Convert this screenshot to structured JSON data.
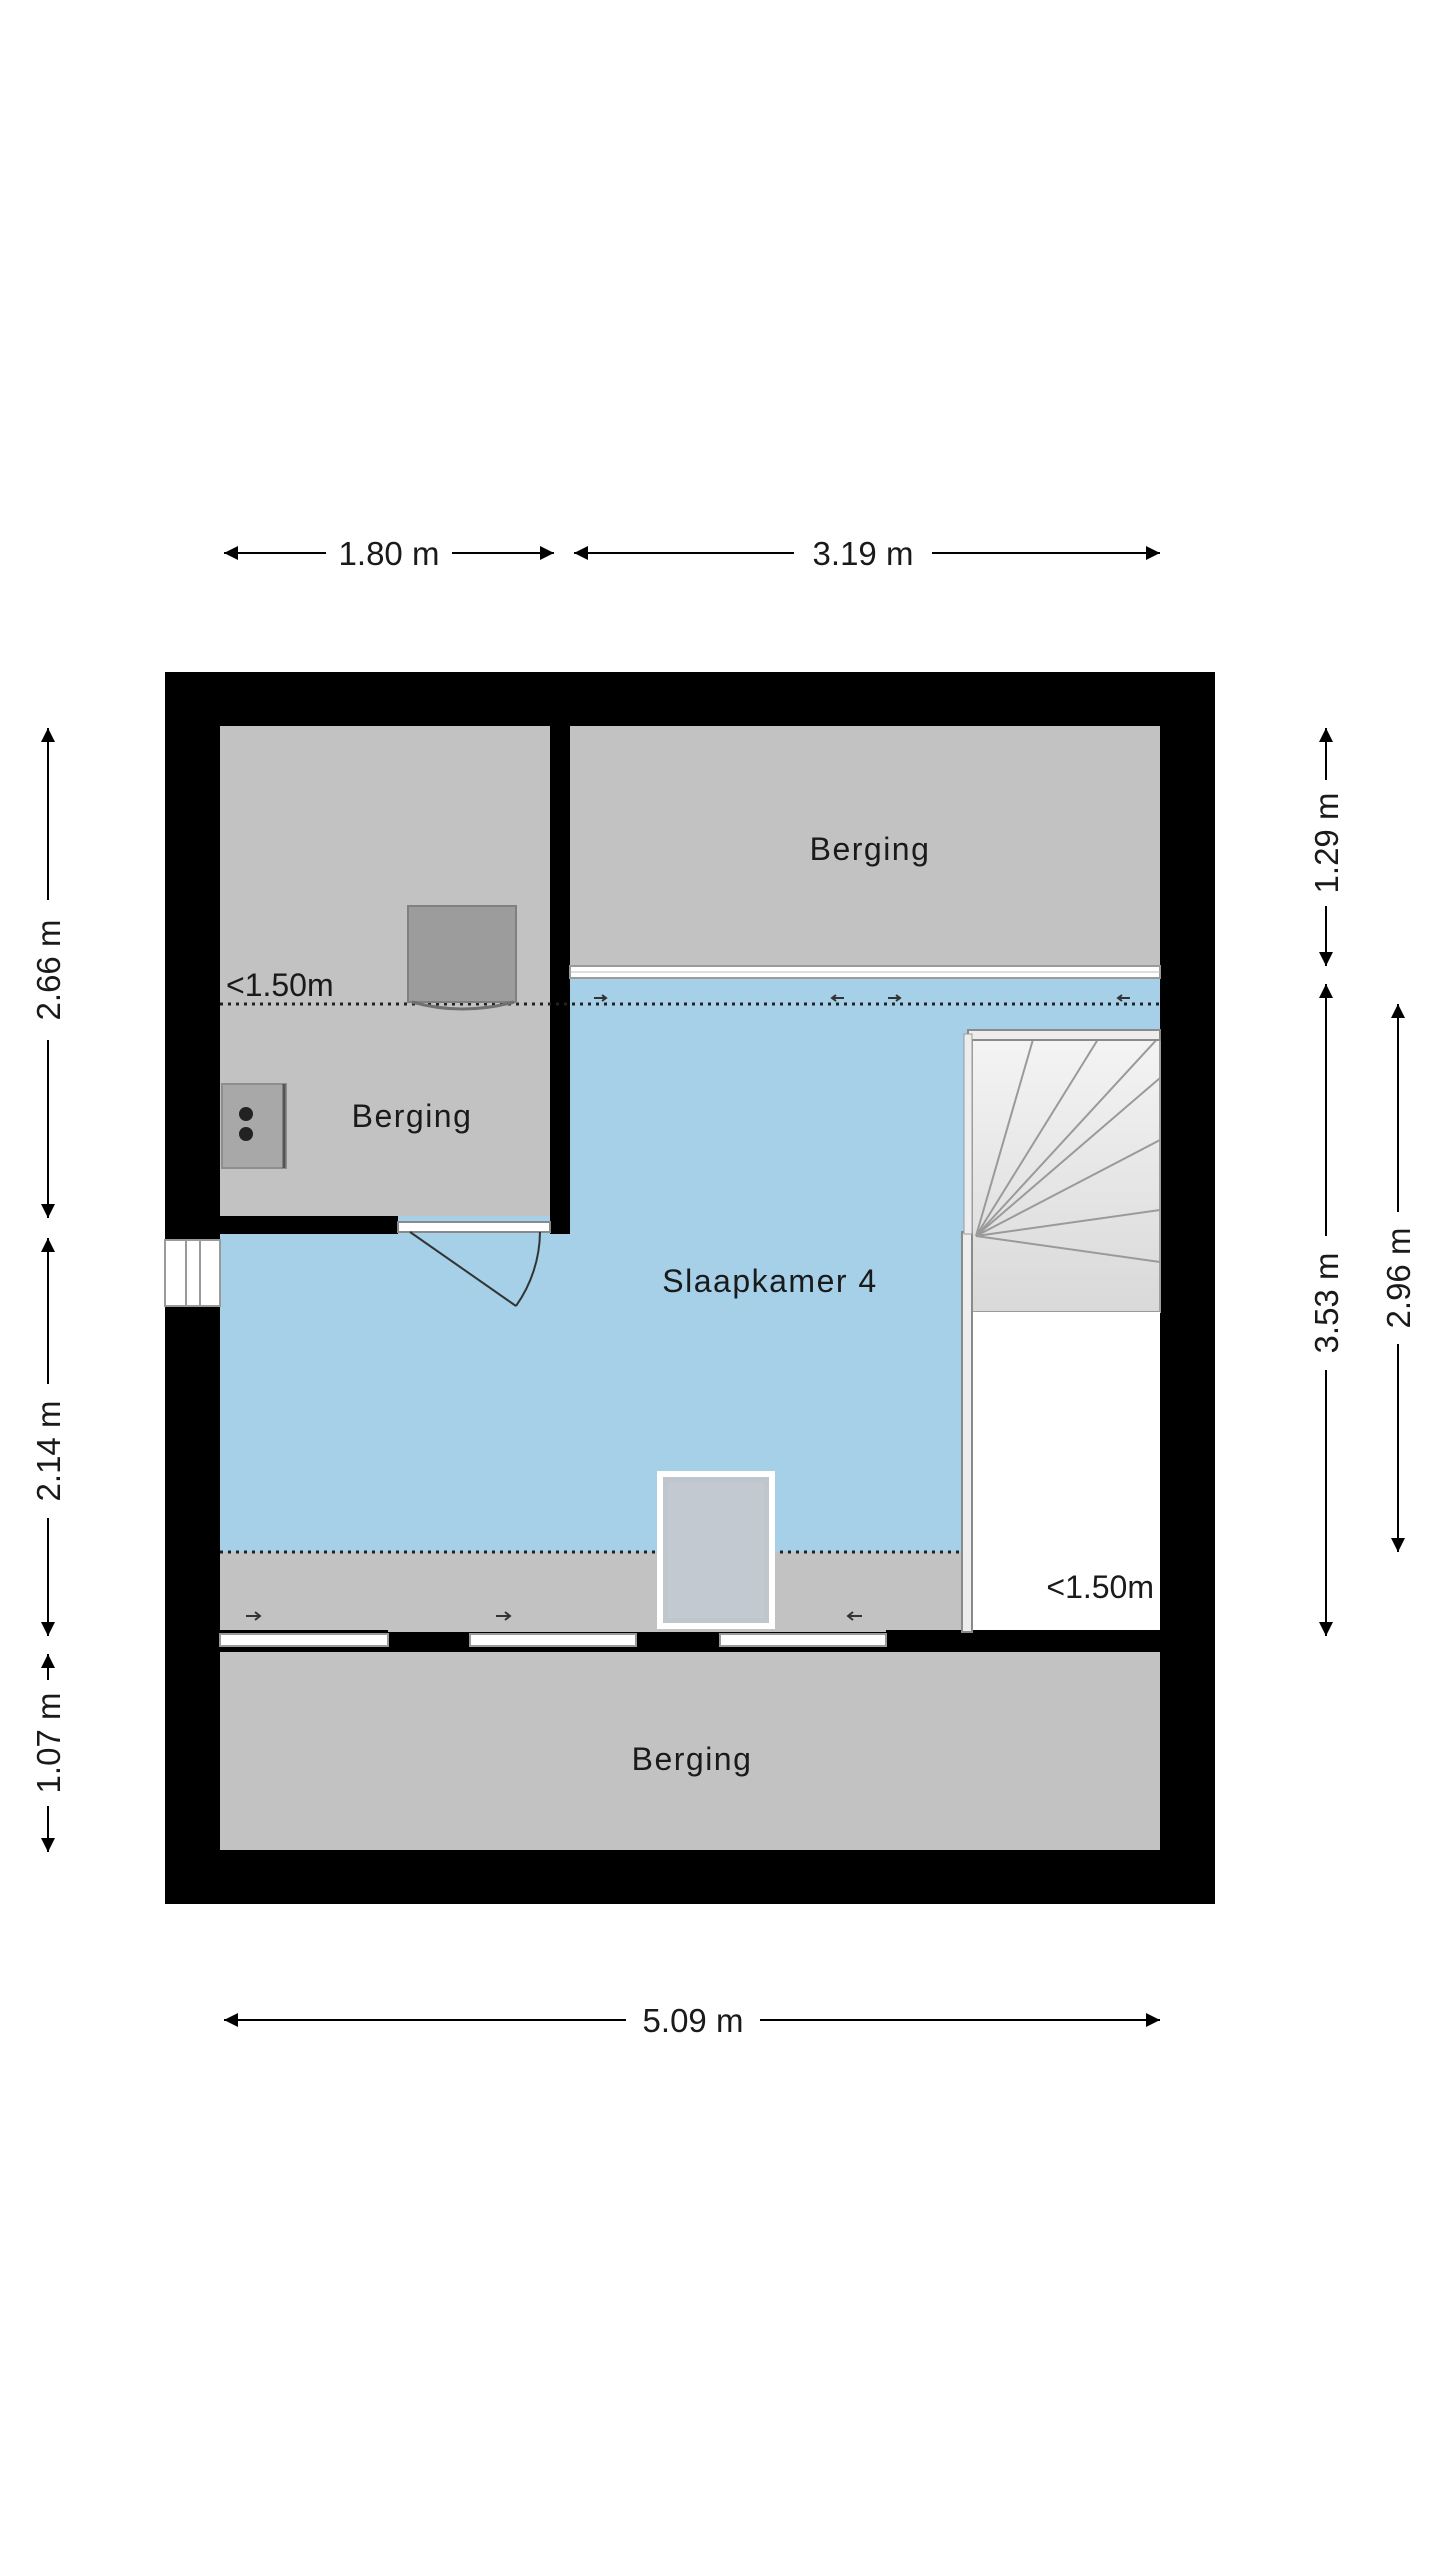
{
  "rooms": {
    "berging_top_right": "Berging",
    "berging_left": "Berging",
    "slaapkamer": "Slaapkamer 4",
    "berging_bottom": "Berging"
  },
  "height_notes": {
    "left": "<1.50m",
    "right": "<1.50m"
  },
  "dimensions": {
    "top_left": "1.80 m",
    "top_right": "3.19 m",
    "bottom": "5.09 m",
    "left_top": "2.66 m",
    "left_middle": "2.14 m",
    "left_bottom": "1.07 m",
    "right_top": "1.29 m",
    "right_middle": "3.53 m",
    "right_outer": "2.96 m"
  },
  "colors": {
    "wall": "#000000",
    "storage_floor": "#c2c2c2",
    "bedroom_floor": "#a5d0e8",
    "stair": "#ffffff"
  }
}
